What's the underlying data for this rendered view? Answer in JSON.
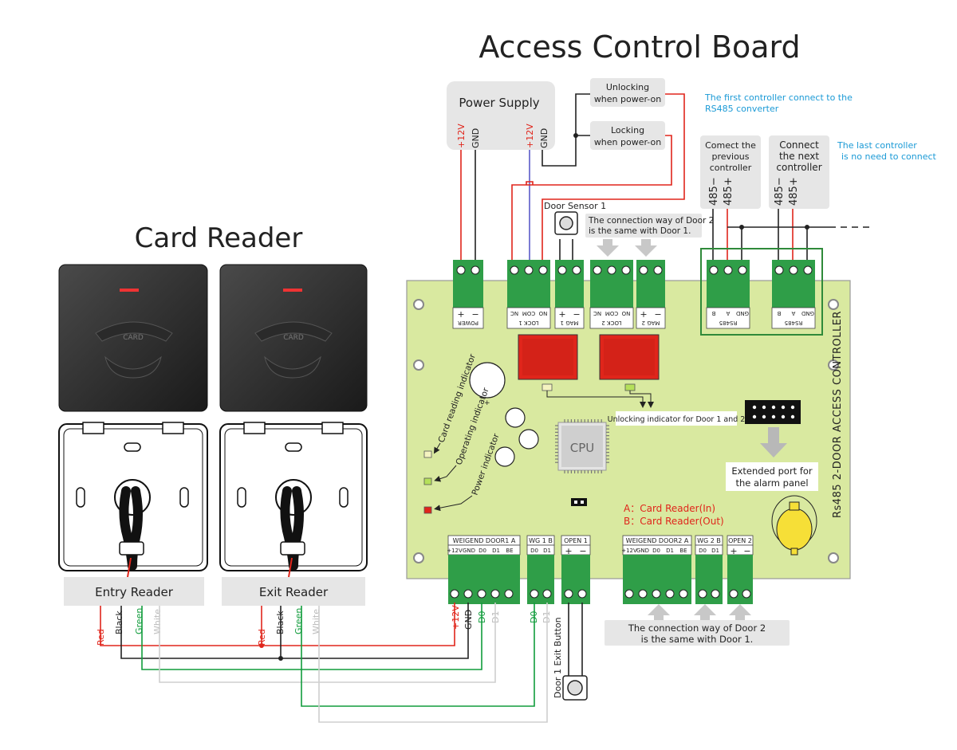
{
  "titles": {
    "main": "Access Control Board",
    "card_reader": "Card Reader"
  },
  "power_supply": {
    "label": "Power Supply",
    "pins": [
      "+12V",
      "GND",
      "+12V",
      "GND"
    ]
  },
  "lock_modes": {
    "unlocking": [
      "Unlocking",
      "when power-on"
    ],
    "locking": [
      "Locking",
      "when power-on"
    ]
  },
  "rs485_notes": {
    "first": [
      "The first controller connect to the",
      "RS485 converter"
    ],
    "last": [
      "The last controller",
      "is no need to connect"
    ],
    "previous": [
      "Comect the",
      "previous",
      "controller"
    ],
    "next": [
      "Connect",
      "the next",
      "controller"
    ],
    "pins": [
      "485−",
      "485+"
    ]
  },
  "door_sensor": {
    "label": "Door Sensor 1",
    "note": [
      "The connection way of Door 2",
      "is the same with Door 1."
    ]
  },
  "top_terminals": {
    "power": "POWER",
    "lock1": "LOCK 1",
    "mag1": "MAG 1",
    "lock2": "LOCK 2",
    "mag2": "MAG 2",
    "rs485": "RS485",
    "lock_pins": [
      "NC",
      "COM",
      "NO"
    ],
    "rs485_pins": [
      "B",
      "A",
      "GND"
    ],
    "pm": [
      "+",
      "−"
    ]
  },
  "indicators": {
    "card_reading": "Card reading indicator",
    "operating": "Operating indicator",
    "power": "Power indicator",
    "unlocking": "Unlocking indicator for Door 1 and 2"
  },
  "cpu": "CPU",
  "board_side_label": "Rs485 2-DOOR ACCESS CONTROLLER",
  "extended_port": [
    "Extended port for",
    "the alarm panel"
  ],
  "reader_legend": [
    "A：Card Reader(In)",
    "B：Card Reader(Out)"
  ],
  "bottom_terminals": {
    "weigend1": "WEIGEND DOOR1  A",
    "wg1": "WG 1  B",
    "open1": "OPEN 1",
    "weigend2": "WEIGEND DOOR2  A",
    "wg2": "WG 2  B",
    "open2": "OPEN 2",
    "weigend_pins": [
      "+12V",
      "GND",
      "D0",
      "D1",
      "BE"
    ],
    "wg_pins": [
      "D0",
      "D1"
    ],
    "open_pins": [
      "+",
      "−"
    ]
  },
  "bottom_note": [
    "The connection way of Door 2",
    "is the same with Door 1."
  ],
  "readers": {
    "entry": "Entry Reader",
    "exit": "Exit Reader",
    "card_text": "CARD"
  },
  "wire_labels": {
    "reader": [
      "Red",
      "Black",
      "Green",
      "White"
    ],
    "board": [
      "+12V",
      "GND",
      "D0",
      "D1",
      "D0",
      "D1"
    ]
  },
  "exit_button": "Door 1 Exit Button",
  "colors": {
    "board": "#d9e9a0",
    "terminal": "#2f9e48",
    "red_wire": "#e0251b",
    "green_wire": "#119c3c",
    "blue_wire": "#5a5ac8",
    "note_blue": "#1b9ad6",
    "legend_red": "#e0251b"
  }
}
